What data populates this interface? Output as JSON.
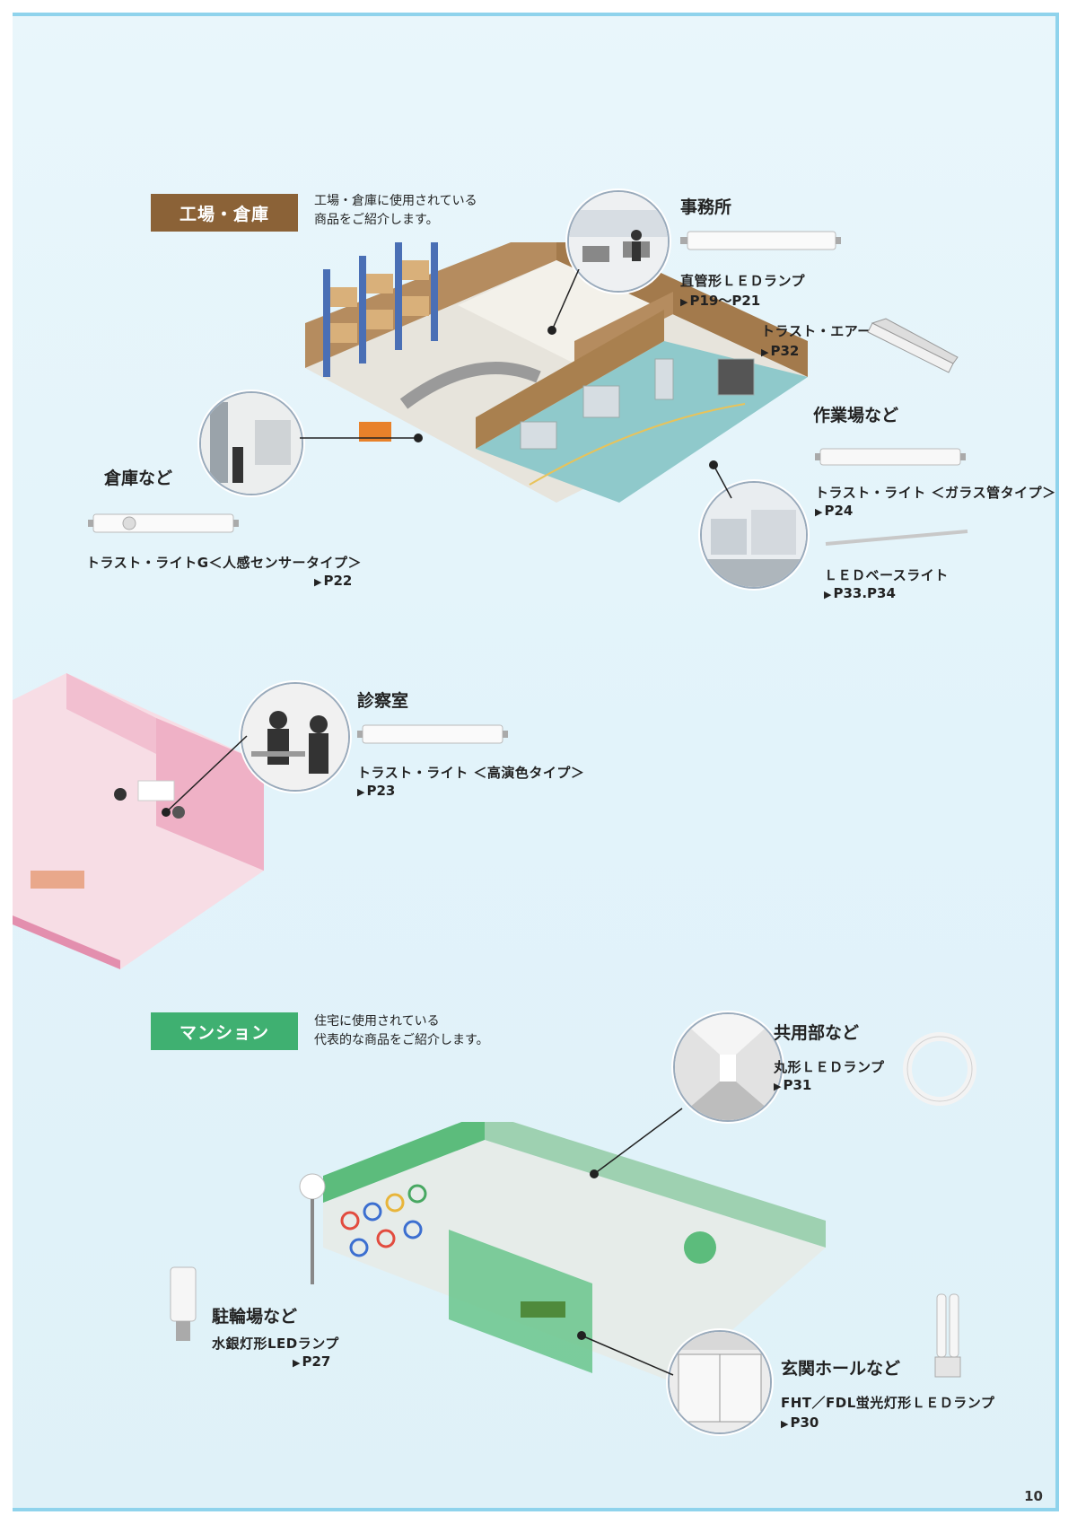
{
  "page_number": "10",
  "factory": {
    "tag": "工場・倉庫",
    "intro_line1": "工場・倉庫に使用されている",
    "intro_line2": "商品をご紹介します。",
    "office": {
      "label": "事務所",
      "product": "直管形ＬＥＤランプ",
      "ref": "P19～P21"
    },
    "air": {
      "product": "トラスト・エアー",
      "ref": "P32"
    },
    "workshop": {
      "label": "作業場など",
      "product": "トラスト・ライト ＜ガラス管タイプ＞",
      "ref": "P24"
    },
    "base": {
      "product": "ＬＥＤベースライト",
      "ref": "P33.P34"
    },
    "warehouse": {
      "label": "倉庫など",
      "product": "トラスト・ライトG＜人感センサータイプ＞",
      "ref": "P22"
    }
  },
  "clinic": {
    "label": "診察室",
    "product": "トラスト・ライト ＜高演色タイプ＞",
    "ref": "P23"
  },
  "mansion": {
    "tag": "マンション",
    "intro_line1": "住宅に使用されている",
    "intro_line2": "代表的な商品をご紹介します。",
    "common": {
      "label": "共用部など",
      "product": "丸形ＬＥＤランプ",
      "ref": "P31"
    },
    "bike": {
      "label": "駐輪場など",
      "product": "水銀灯形LEDランプ",
      "ref": "P27"
    },
    "entrance": {
      "label": "玄関ホールなど",
      "product": "FHT／FDL蛍光灯形ＬＥＤランプ",
      "ref": "P30"
    }
  },
  "colors": {
    "factory_tag": "#8b6237",
    "mansion_tag": "#3fb071",
    "frame": "#8fd3ec"
  }
}
